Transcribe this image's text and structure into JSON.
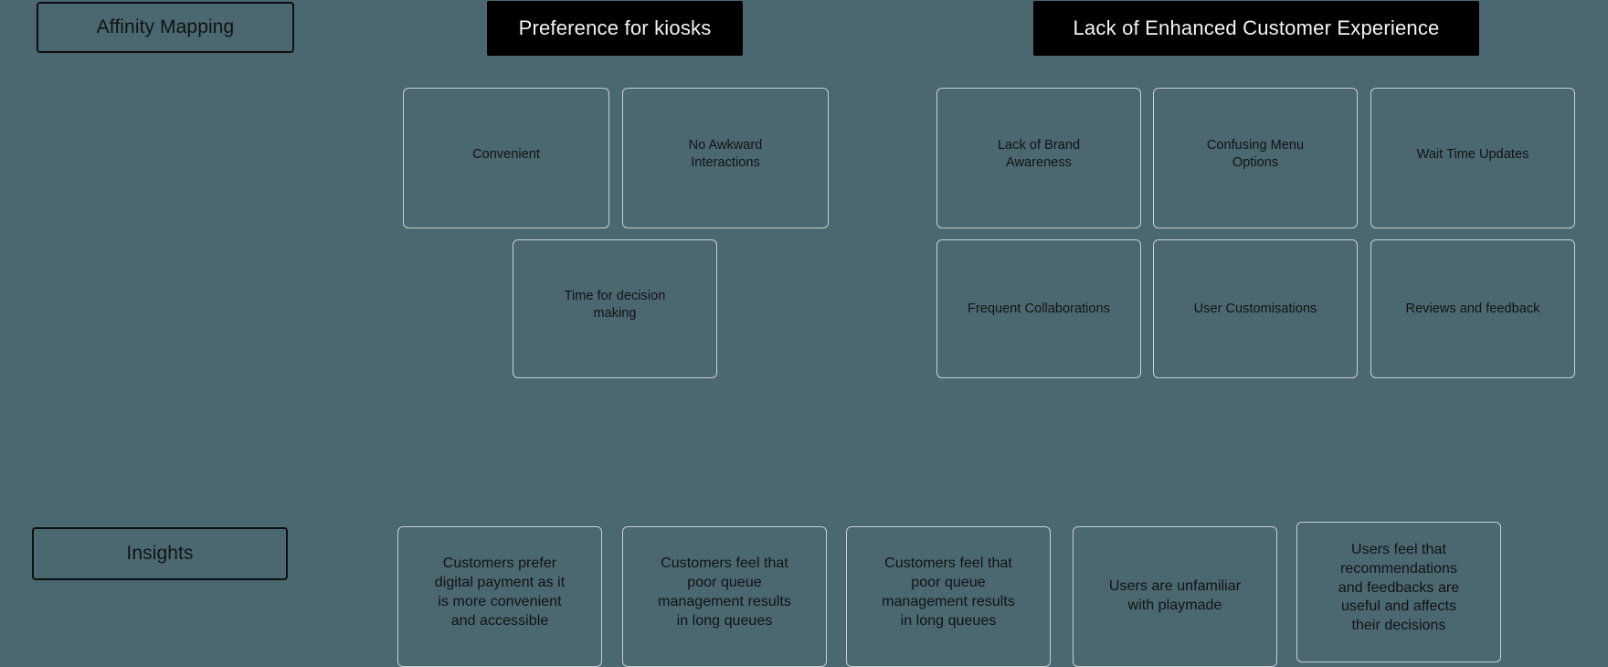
{
  "board": {
    "background_color": "#4b6770",
    "card_border_color": "#c9d0d3",
    "banner_background_color": "#000000",
    "banner_text_color": "#f2f4f5",
    "label_border_color": "#0d0f10",
    "text_color": "#111314"
  },
  "row_labels": [
    {
      "id": "affinity-mapping",
      "label": "Affinity Mapping"
    },
    {
      "id": "insights",
      "label": "Insights"
    }
  ],
  "themes": [
    {
      "id": "preference-for-kiosks",
      "label": "Preference for kiosks"
    },
    {
      "id": "lack-of-enhanced-customer-experience",
      "label": "Lack of Enhanced Customer Experience"
    }
  ],
  "theme_cards": {
    "preference_for_kiosks": {
      "row_1": [
        {
          "id": "convenient",
          "label": "Convenient"
        },
        {
          "id": "no-awkward-interactions",
          "label": "No Awkward\nInteractions"
        }
      ],
      "row_2": [
        {
          "id": "time-for-decision-making",
          "label": "Time for decision\nmaking"
        }
      ]
    },
    "lack_of_enhanced_customer_experience": {
      "row_1": [
        {
          "id": "lack-of-brand-awareness",
          "label": "Lack of Brand\nAwareness"
        },
        {
          "id": "confusing-menu-options",
          "label": "Confusing Menu\nOptions"
        },
        {
          "id": "wait-time-updates",
          "label": "Wait Time Updates"
        }
      ],
      "row_2": [
        {
          "id": "frequent-collaborations",
          "label": "Frequent Collaborations"
        },
        {
          "id": "user-customisations",
          "label": "User Customisations"
        },
        {
          "id": "reviews-and-feedback",
          "label": "Reviews and feedback"
        }
      ]
    }
  },
  "insight_cards": [
    {
      "id": "insight-digital-payment",
      "label": "Customers prefer\ndigital payment as it\nis more convenient\nand accessible"
    },
    {
      "id": "insight-poor-queue-1",
      "label": "Customers feel that\npoor queue\nmanagement results\nin long queues"
    },
    {
      "id": "insight-poor-queue-2",
      "label": "Customers feel that\npoor queue\nmanagement results\nin long queues"
    },
    {
      "id": "insight-unfamiliar-playmade",
      "label": "Users are unfamiliar\nwith playmade"
    },
    {
      "id": "insight-recommendations-feedback",
      "label": "Users feel that\nrecommendations\nand feedbacks are\nuseful and affects\ntheir decisions"
    }
  ]
}
